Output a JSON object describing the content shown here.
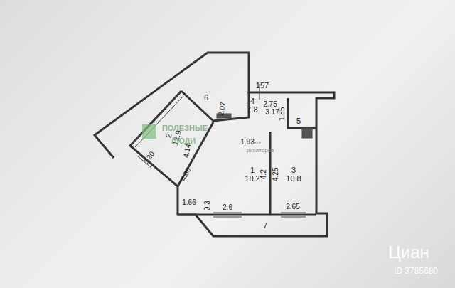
{
  "diagram": {
    "nodes": [
      {
        "text": [
          "6"
        ]
      },
      {
        "text": [
          "4",
          "7.8"
        ]
      },
      {
        "text": [
          "2",
          "12.9"
        ]
      },
      {
        "text": [
          "5"
        ]
      },
      {
        "text": [
          "1",
          "18.2"
        ]
      },
      {
        "text": [
          "3",
          "10.8"
        ]
      },
      {
        "text": [
          "7"
        ]
      }
    ],
    "labels": [
      "157",
      "2.75",
      "3.17",
      "1.85",
      "2.07",
      "1.93",
      "4.14",
      "4.66",
      "3.20",
      "4.2",
      "4.25",
      "1.66",
      "0.3",
      "2.6",
      "2.65",
      "ПОЛЕЗНЫЕ",
      "ЛЮДИ",
      "Союз",
      "риэлторов",
      "Циан",
      "ID 3785680"
    ]
  }
}
